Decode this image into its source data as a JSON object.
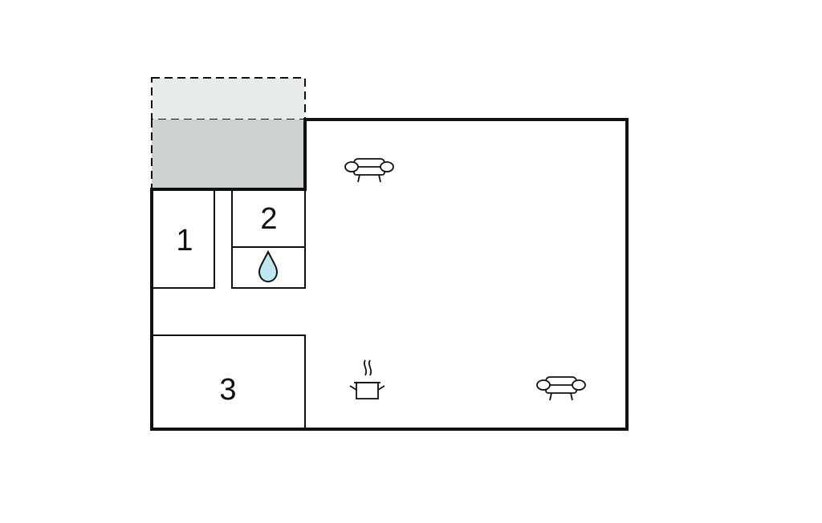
{
  "floor_plan": {
    "rooms": [
      {
        "id": "room-1",
        "label": "1"
      },
      {
        "id": "room-2",
        "label": "2"
      },
      {
        "id": "room-3",
        "label": "3"
      }
    ],
    "symbols": [
      {
        "name": "sofa-icon",
        "room": "living-area"
      },
      {
        "name": "water-drop-icon",
        "room": "room-2"
      },
      {
        "name": "cooking-pot-icon",
        "room": "living-area"
      },
      {
        "name": "sofa-icon",
        "room": "living-area"
      }
    ],
    "colors": {
      "walls": "#111111",
      "terrace_solid": "#cdd1d2",
      "terrace_dashed": "#e8ebec",
      "water_drop": "#bfe7f0",
      "background": "#ffffff"
    }
  }
}
